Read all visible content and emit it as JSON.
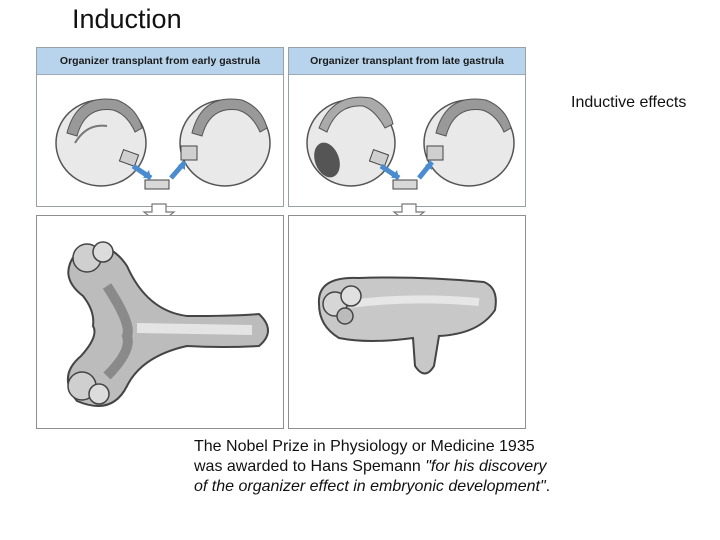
{
  "title": "Induction",
  "side_label": "Inductive effects",
  "panels": {
    "early_header": "Organizer transplant from early gastrula",
    "late_header": "Organizer transplant from late gastrula"
  },
  "nobel": {
    "prefix": "The Nobel Prize in Physiology or Medicine 1935 was awarded to Hans Spemann ",
    "italic": "\"for his discovery of the organizer effect in embryonic development\"",
    "suffix": "."
  }
}
